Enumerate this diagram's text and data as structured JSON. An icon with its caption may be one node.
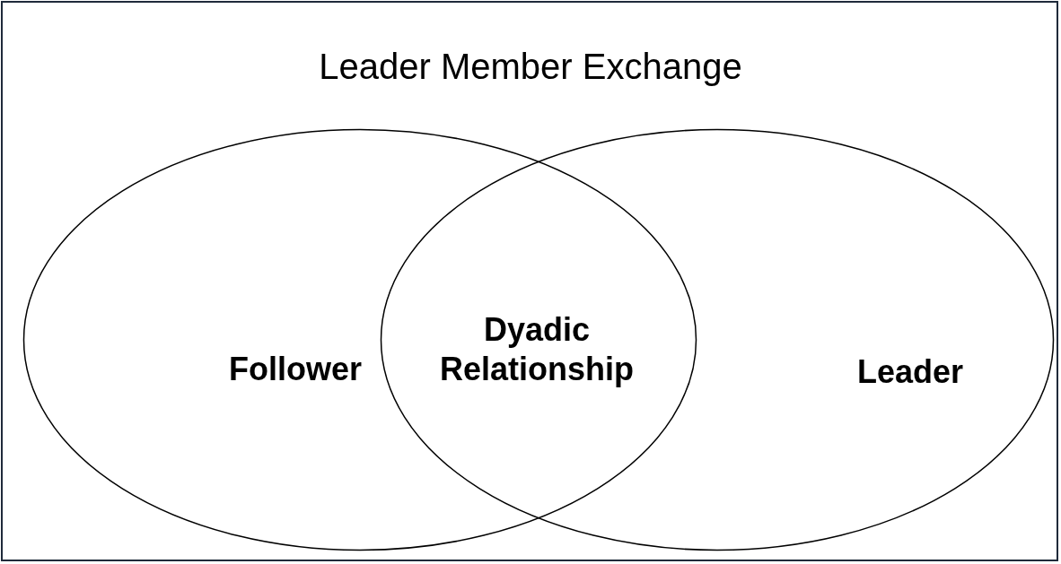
{
  "diagram": {
    "title": "Leader Member Exchange",
    "nodes": [
      {
        "text": [
          "Follower"
        ]
      },
      {
        "text": [
          "Leader"
        ]
      },
      {
        "text": [
          "Dyadic Relationship"
        ]
      }
    ]
  }
}
